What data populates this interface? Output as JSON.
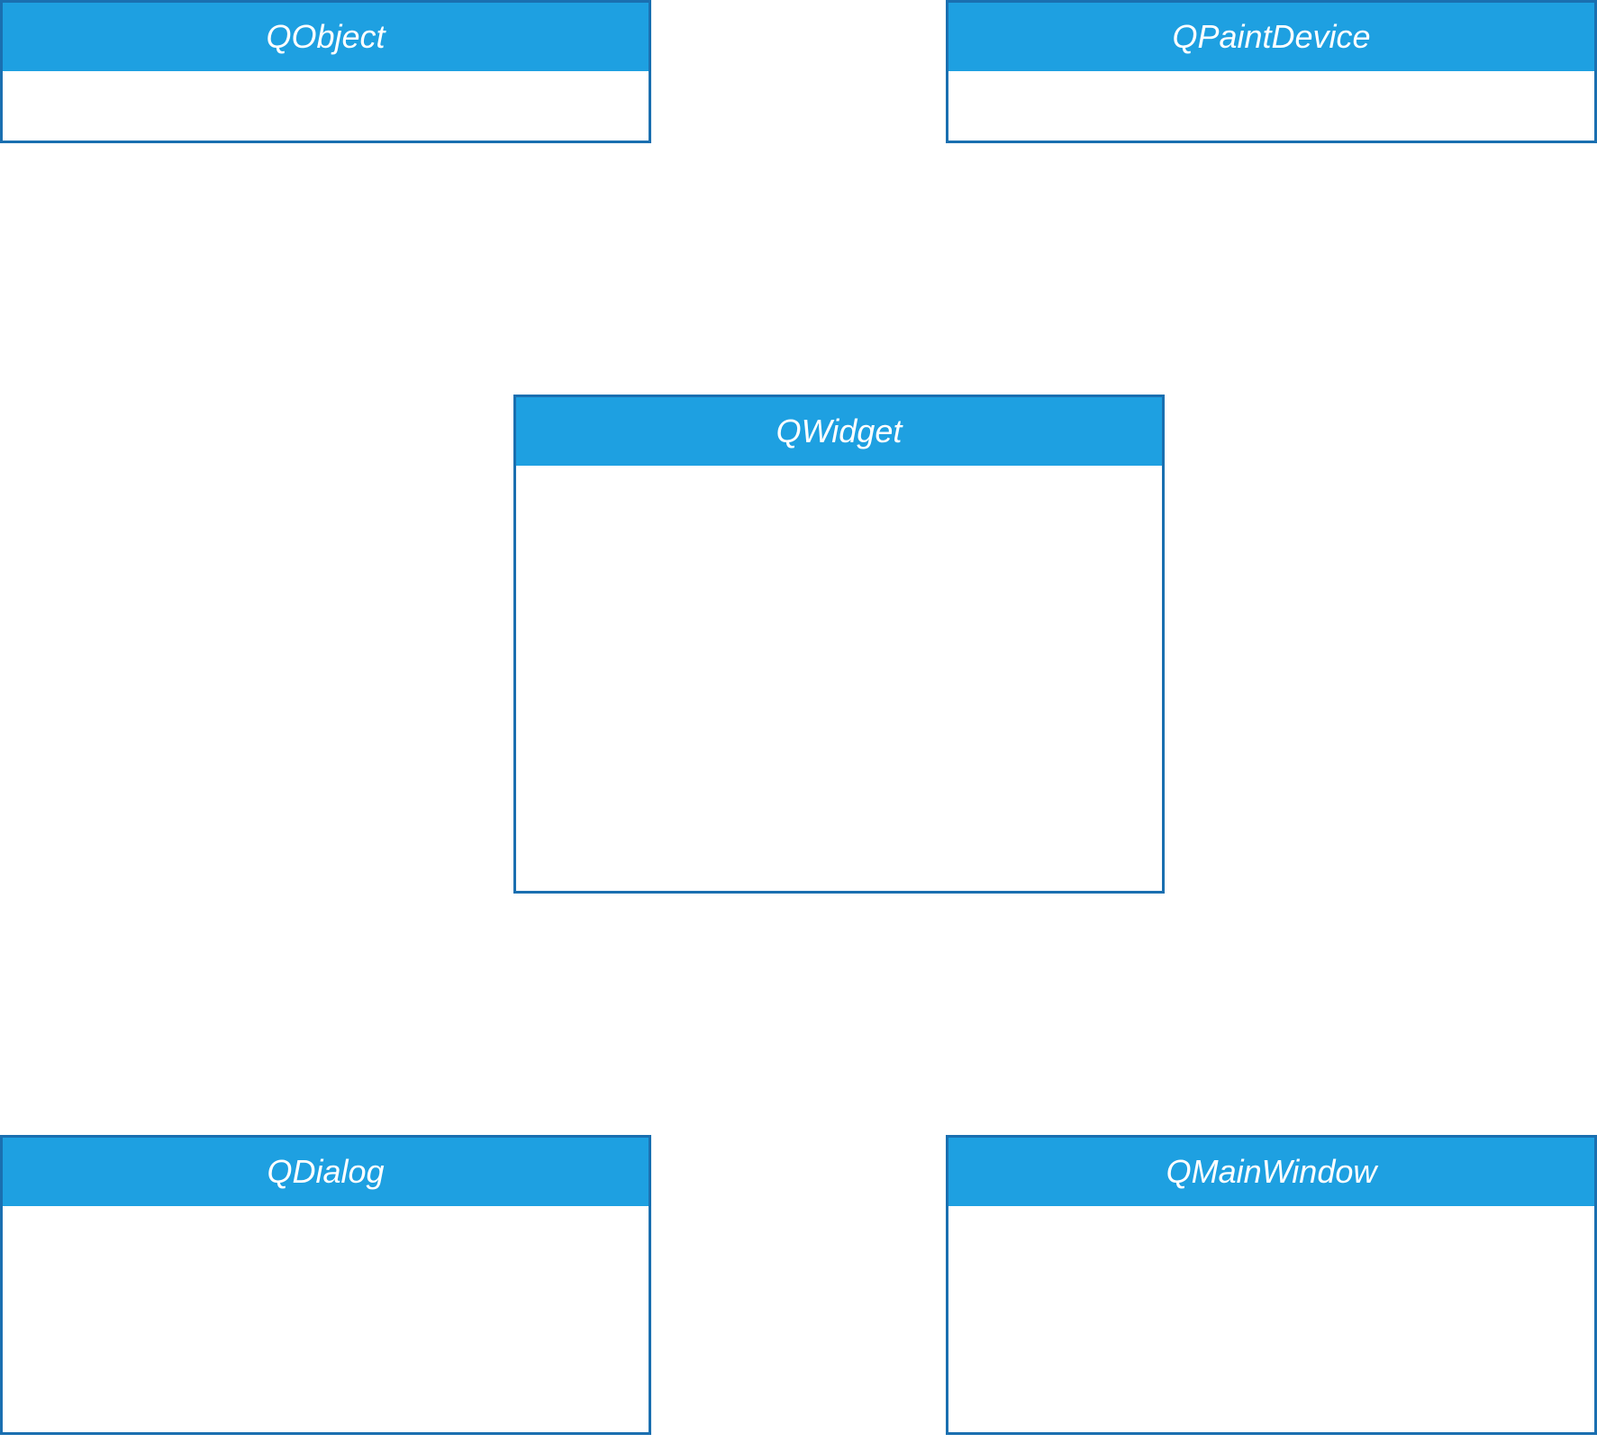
{
  "diagram": {
    "classes": [
      {
        "id": "qobject",
        "name": "QObject"
      },
      {
        "id": "qpaintdevice",
        "name": "QPaintDevice"
      },
      {
        "id": "qwidget",
        "name": "QWidget"
      },
      {
        "id": "qdialog",
        "name": "QDialog"
      },
      {
        "id": "qmainwindow",
        "name": "QMainWindow"
      }
    ]
  },
  "colors": {
    "header_fill": "#1ea0e1",
    "border": "#1a6fb0",
    "header_text": "#ffffff",
    "body_fill": "#ffffff"
  }
}
